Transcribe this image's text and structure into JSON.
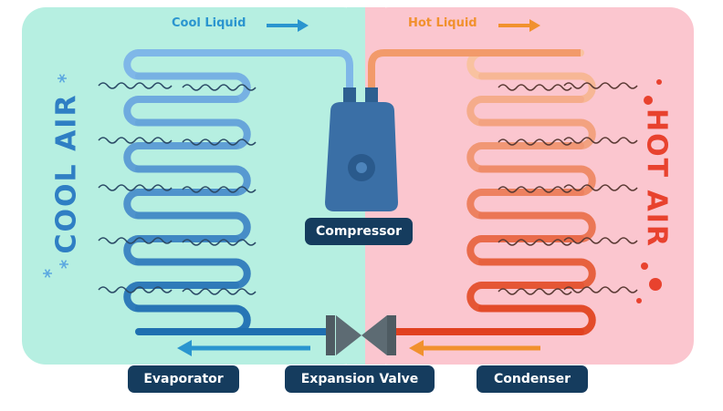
{
  "labels": {
    "top_left": "Cool Liquid",
    "top_right": "Hot Liquid",
    "compressor": "Compressor",
    "evaporator": "Evaporator",
    "expansion_valve": "Expansion Valve",
    "condenser": "Condenser",
    "cool_air": "COOL AIR",
    "hot_air": "HOT AIR"
  },
  "colors": {
    "cool_bg": "#b6efe1",
    "hot_bg": "#fbc6cf",
    "pill": "#153c5e",
    "cool_light": "#7fb7e8",
    "cool_mid": "#3f8ed0",
    "cool_dark": "#1f6fb0",
    "hot_light": "#f9c2a0",
    "hot_mid": "#f29a6a",
    "hot_dark": "#e1401f",
    "cool_arrow": "#2a95cf",
    "hot_arrow": "#f1912e",
    "hot_text": "#e8422e",
    "cool_text": "#2f7fc4",
    "compressor": "#3a6fa6",
    "valve": "#5d6b73"
  }
}
